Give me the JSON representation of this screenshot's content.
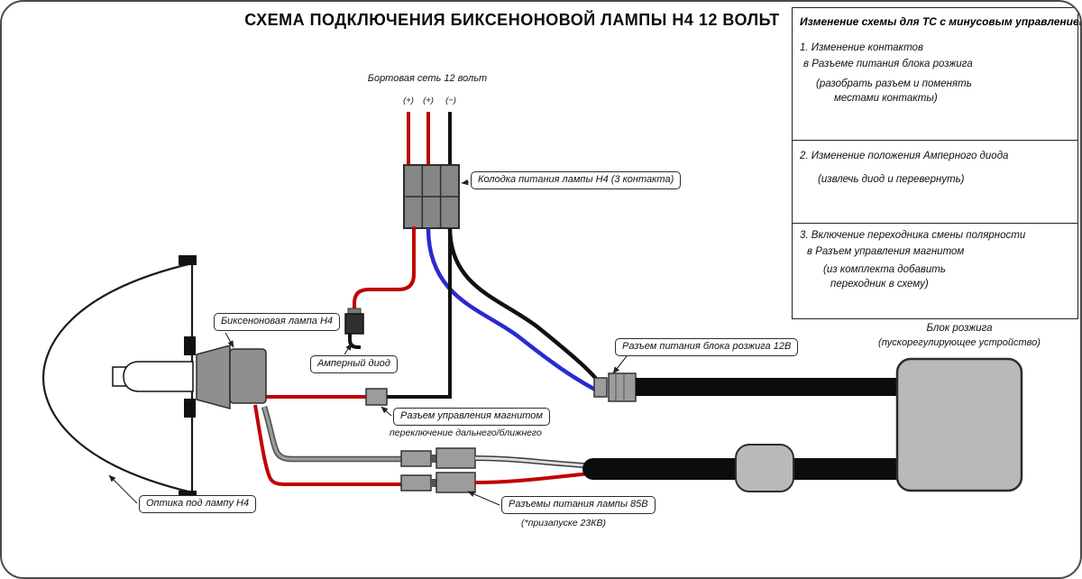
{
  "title": "СХЕМА ПОДКЛЮЧЕНИЯ БИКСЕНОНОВОЙ ЛАМПЫ Н4 12 ВОЛЬТ",
  "colors": {
    "red": "#c00000",
    "blue": "#2a2ad0",
    "black": "#111111",
    "gray_wire": "#9b9b9b",
    "part_gray": "#8f8f8f",
    "block_gray": "#b9b9b9"
  },
  "panel": {
    "title": "Изменение схемы для ТС с минусовым управлением:",
    "items": [
      {
        "lines": [
          "1. Изменение контактов",
          "в Разъеме питания блока розжига",
          "(разобрать разъем и поменять",
          "местами контакты)"
        ]
      },
      {
        "lines": [
          "2. Изменение положения Амперного диода",
          "(извлечь диод и перевернуть)"
        ]
      },
      {
        "lines": [
          "3. Включение переходника смены полярности",
          "в Разъем управления магнитом",
          "(из комплекта добавить",
          "переходник в схему)"
        ]
      }
    ]
  },
  "labels": {
    "power_net": "Бортовая сеть 12 вольт",
    "terminal_plus1": "(+)",
    "terminal_plus2": "(+)",
    "terminal_minus": "(−)",
    "kolodka": "Колодка питания лампы Н4 (3 контакта)",
    "diode": "Амперный диод",
    "ignition_connector": "Разъем питания блока розжига 12В",
    "lamp": "Биксеноновая лампа Н4",
    "optic": "Оптика под лампу Н4",
    "magnet_line1": "Разъем управления магнитом",
    "magnet_line2": "переключение дальнего/ближнего",
    "block_line1": "Блок розжига",
    "block_line2": "(пускорегулирующее устройство)",
    "lamp85_line1": "Разъемы питания лампы 85В",
    "lamp85_line2": "(*призапуске 23КВ)"
  }
}
